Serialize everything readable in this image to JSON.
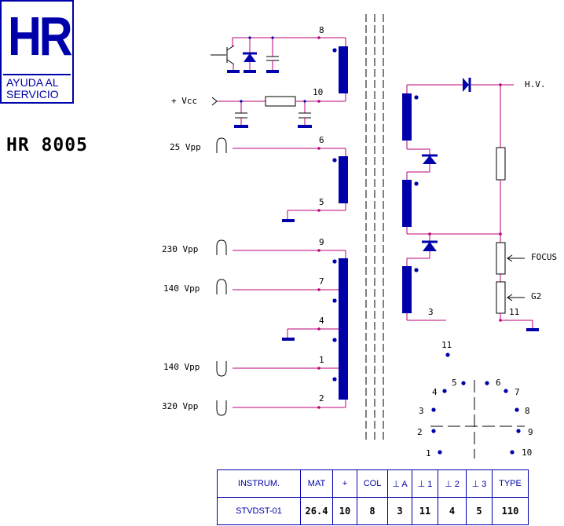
{
  "logo": {
    "mark": "HR",
    "line1": "AYUDA AL",
    "line2": "SERVICIO"
  },
  "model": "HR 8005",
  "labels": {
    "vcc": "+ Vcc",
    "hv": "H.V.",
    "focus": "FOCUS",
    "g2": "G2",
    "v25": "25 Vpp",
    "v230": "230 Vpp",
    "v140a": "140 Vpp",
    "v140b": "140 Vpp",
    "v320": "320 Vpp"
  },
  "pins": {
    "p8": "8",
    "p10": "10",
    "p6": "6",
    "p5": "5",
    "p9": "9",
    "p7": "7",
    "p4": "4",
    "p1": "1",
    "p2": "2",
    "p3": "3",
    "p11": "11"
  },
  "connector": [
    "1",
    "2",
    "3",
    "4",
    "5",
    "6",
    "7",
    "8",
    "9",
    "10",
    "11"
  ],
  "table": {
    "headers": [
      "INSTRUM.",
      "MAT",
      "+",
      "COL",
      "⊥ A",
      "⊥ 1",
      "⊥ 2",
      "⊥ 3",
      "TYPE"
    ],
    "values": [
      "STVDST-01",
      "26.4",
      "10",
      "8",
      "3",
      "11",
      "4",
      "5",
      "110"
    ]
  },
  "colors": {
    "wire": "#bb0077",
    "part": "#0000aa",
    "pin": "#bb0077"
  }
}
